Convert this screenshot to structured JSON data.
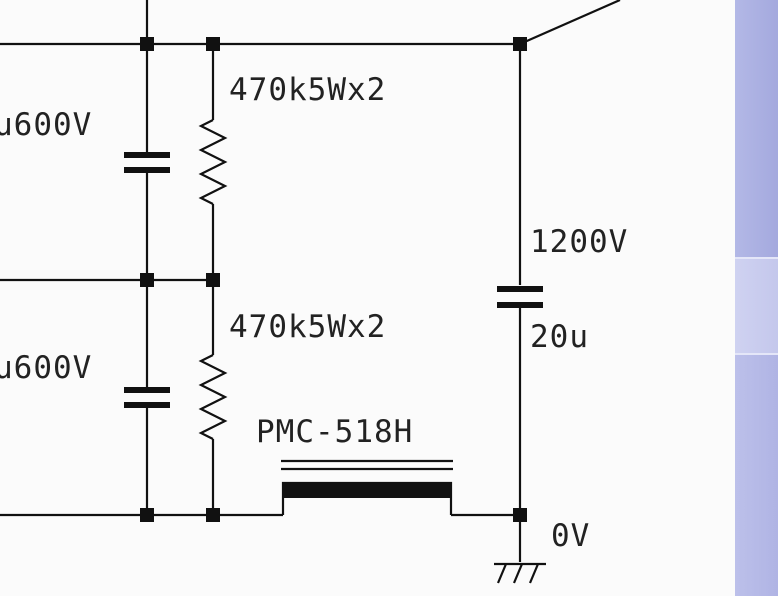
{
  "labels": {
    "cap_top": "u600V",
    "cap_bottom": "u600V",
    "res_top": "470k5Wx2",
    "res_bottom": "470k5Wx2",
    "cap_right_voltage": "1200V",
    "cap_right_value": "20u",
    "transformer": "PMC-518H",
    "ground": "0V"
  },
  "colors": {
    "wire": "#111111",
    "panel": "#b0b4e4"
  }
}
